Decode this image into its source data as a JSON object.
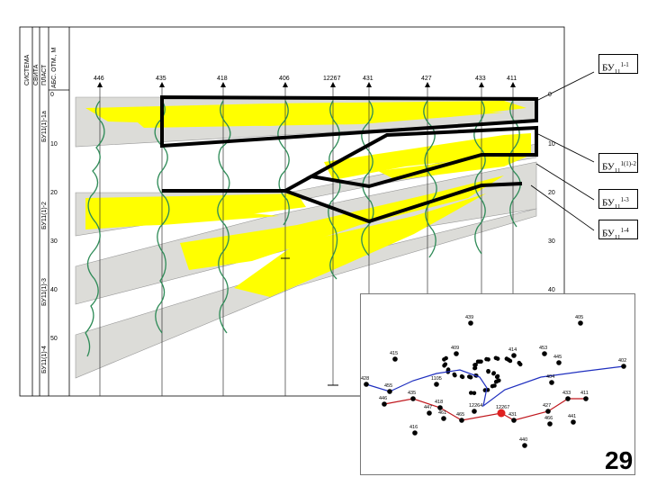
{
  "header": {
    "system": "СИСТЕМА",
    "suite": "СВИТА",
    "layer": "ПЛАСТ",
    "depth": "АБС. ОТМ., М"
  },
  "wells": [
    "446",
    "435",
    "418",
    "406",
    "12267",
    "431",
    "427",
    "433",
    "411"
  ],
  "depth_ticks": [
    "0",
    "10",
    "20",
    "30",
    "40",
    "50"
  ],
  "right_ticks": [
    "0",
    "10",
    "20",
    "30",
    "40"
  ],
  "layers": [
    "БУ11(1)-1а",
    "БУ11(1)-2",
    "БУ11(1)-3",
    "БУ11(1)-4"
  ],
  "labels": [
    {
      "main": "БУ",
      "sub": "11",
      "sup": "1-1"
    },
    {
      "main": "БУ",
      "sub": "11",
      "sup": "1(1)-2"
    },
    {
      "main": "БУ",
      "sub": "11",
      "sup": "1-3"
    },
    {
      "main": "БУ",
      "sub": "11",
      "sup": "1-4"
    }
  ],
  "map": {
    "points": [
      {
        "id": "439",
        "c": "k"
      },
      {
        "id": "405",
        "c": "k"
      },
      {
        "id": "415",
        "c": "k"
      },
      {
        "id": "409",
        "c": "k"
      },
      {
        "id": "414",
        "c": "k"
      },
      {
        "id": "453",
        "c": "k"
      },
      {
        "id": "402",
        "c": "k"
      },
      {
        "id": "445",
        "c": "k"
      },
      {
        "id": "404",
        "c": "k"
      },
      {
        "id": "428",
        "c": "k"
      },
      {
        "id": "455",
        "c": "k"
      },
      {
        "id": "1105",
        "c": "k"
      },
      {
        "id": "446",
        "c": "k"
      },
      {
        "id": "435",
        "c": "k"
      },
      {
        "id": "418",
        "c": "k"
      },
      {
        "id": "447",
        "c": "k"
      },
      {
        "id": "461",
        "c": "k"
      },
      {
        "id": "465",
        "c": "k"
      },
      {
        "id": "12267",
        "c": "r"
      },
      {
        "id": "431",
        "c": "k"
      },
      {
        "id": "427",
        "c": "k"
      },
      {
        "id": "433",
        "c": "k"
      },
      {
        "id": "411",
        "c": "k"
      },
      {
        "id": "466",
        "c": "k"
      },
      {
        "id": "441",
        "c": "k"
      },
      {
        "id": "416",
        "c": "k"
      },
      {
        "id": "440",
        "c": "k"
      },
      {
        "id": "12264",
        "c": "k"
      }
    ]
  },
  "page_number": "29"
}
